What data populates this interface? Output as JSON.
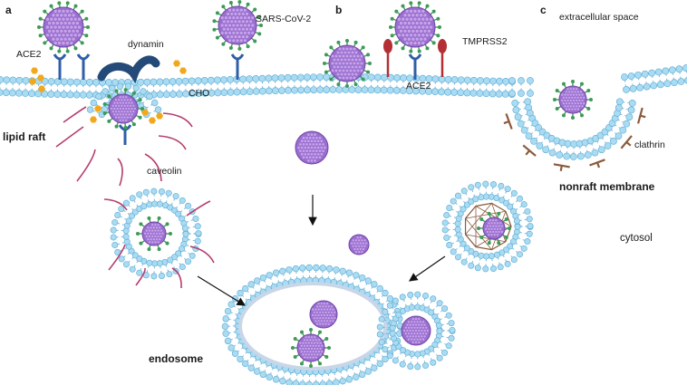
{
  "panels": {
    "a": "a",
    "b": "b",
    "c": "c"
  },
  "labels": {
    "ace2_a": "ACE2",
    "dynamin": "dynamin",
    "sars": "SARS-CoV-2",
    "cho": "CHO",
    "lipid_raft": "lipid raft",
    "caveolin": "caveolin",
    "tmprss2": "TMPRSS2",
    "ace2_b": "ACE2",
    "extracellular": "extracellular space",
    "clathrin": "clathrin",
    "nonraft": "nonraft membrane",
    "cytosol": "cytosol",
    "endosome": "endosome"
  },
  "colors": {
    "lipid_head": "#a9dbf2",
    "lipid_stroke": "#5aa9d2",
    "lipid_tail": "#7fb9d9",
    "virus_body": "#9b6fcf",
    "virus_dot": "#c4a4ea",
    "spike": "#3e9a57",
    "receptor": "#2f5fa8",
    "dynamin": "#234a78",
    "cholesterol": "#f2a81d",
    "caveolin": "#b53d6e",
    "clathrin": "#8b5a3c",
    "tmprss2": "#b32f34"
  }
}
